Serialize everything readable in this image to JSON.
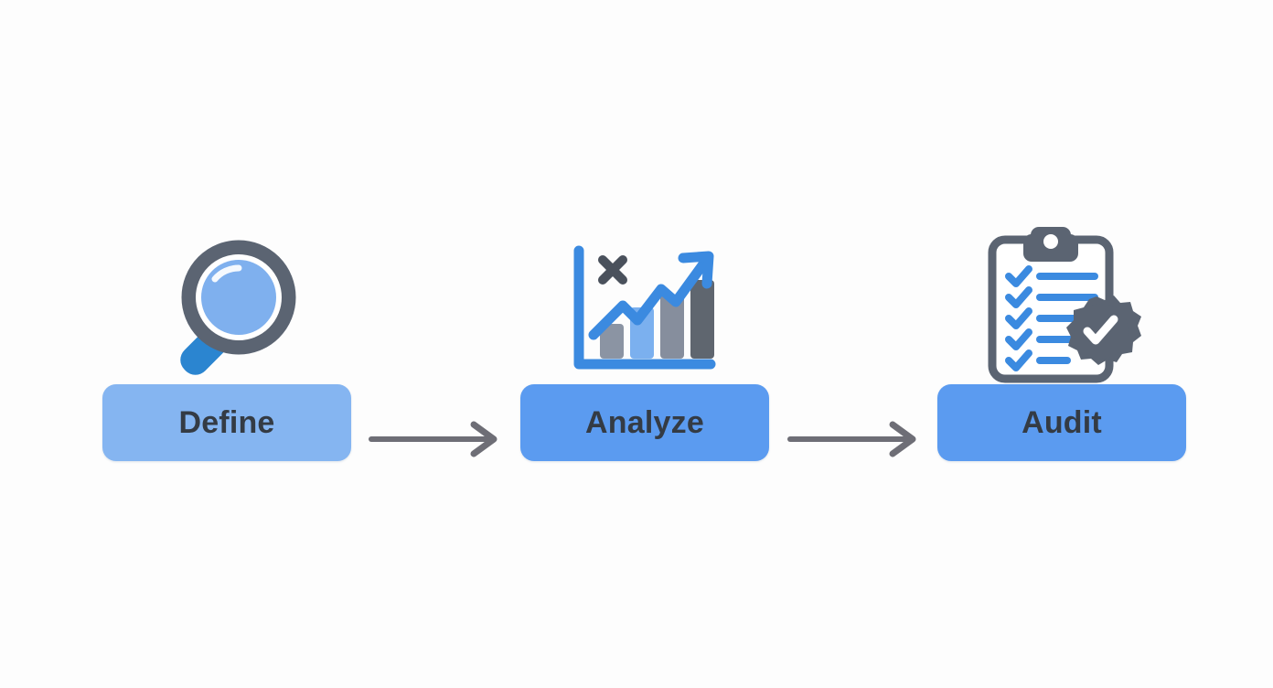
{
  "diagram": {
    "type": "process-flow",
    "orientation": "horizontal",
    "background_color": "#fdfdfd",
    "step_count": 3,
    "steps": [
      {
        "id": "define",
        "label": "Define",
        "icon": "magnifying-glass-icon",
        "pill_color": "#85b5f1",
        "label_color": "#343b44",
        "icon_colors": {
          "ring": "#5b6472",
          "inner_ring": "#ffffff",
          "lens": "#7fb0ee",
          "highlight": "#ffffff",
          "handle": "#2b85d0"
        }
      },
      {
        "id": "analyze",
        "label": "Analyze",
        "icon": "bar-chart-trend-icon",
        "pill_color": "#5b9bf0",
        "label_color": "#343b44",
        "icon_colors": {
          "axis": "#3b8ae0",
          "trend_arrow": "#3b8ae0",
          "cross_mark": "#4a515c",
          "bar_1": "#8b94a3",
          "bar_2": "#7bb0ef",
          "bar_3": "#868e9d",
          "bar_4": "#5f666f"
        },
        "bars": [
          {
            "index": 1,
            "height_ratio": 0.3,
            "color": "#8b94a3"
          },
          {
            "index": 2,
            "height_ratio": 0.46,
            "color": "#7bb0ef"
          },
          {
            "index": 3,
            "height_ratio": 0.62,
            "color": "#868e9d"
          },
          {
            "index": 4,
            "height_ratio": 0.8,
            "color": "#5f666f"
          }
        ]
      },
      {
        "id": "audit",
        "label": "Audit",
        "icon": "clipboard-checklist-icon",
        "pill_color": "#5b9bf0",
        "label_color": "#343b44",
        "checklist_rows": 5,
        "icon_colors": {
          "board": "#5b6472",
          "clip": "#5b6472",
          "paper": "#ffffff",
          "check": "#3b8ae0",
          "line": "#3b8ae0",
          "gear": "#5b6472",
          "gear_check": "#ffffff"
        }
      }
    ],
    "connectors": [
      {
        "id": "arrow-1",
        "from": "define",
        "to": "analyze",
        "style": "solid-arrow",
        "color": "#6e6e76"
      },
      {
        "id": "arrow-2",
        "from": "analyze",
        "to": "audit",
        "style": "solid-arrow",
        "color": "#6e6e76"
      }
    ]
  }
}
